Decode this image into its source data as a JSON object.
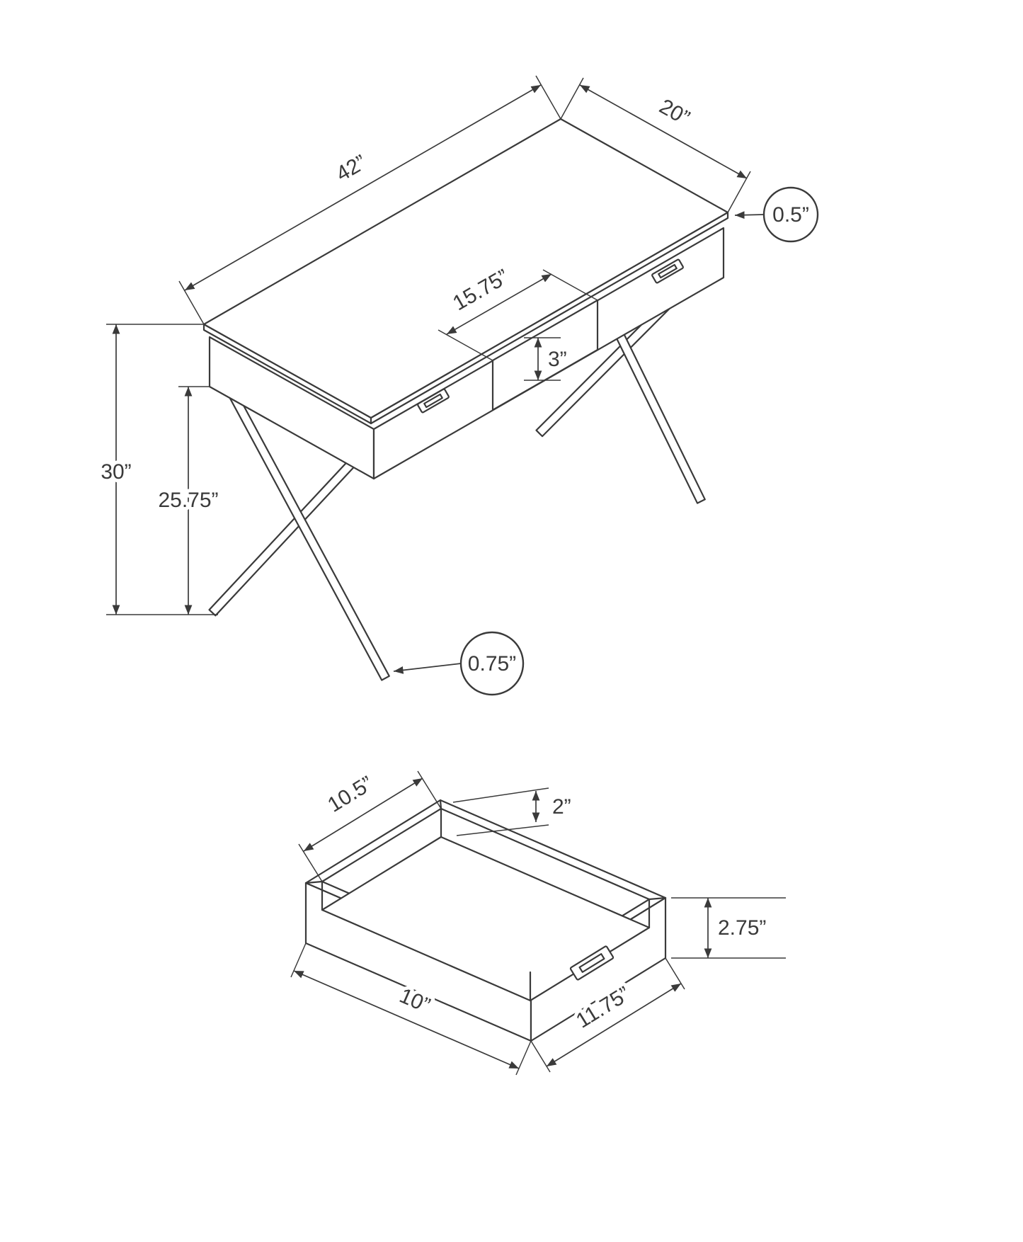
{
  "diagram": {
    "kind": "furniture-dimension-line-drawing",
    "stroke_color": "#3a3a3a",
    "background": "#ffffff",
    "desk_view": {
      "width": "42”",
      "depth": "20”",
      "top_thickness": "0.5”",
      "opening_width": "15.75”",
      "opening_height": "3”",
      "overall_height": "30”",
      "leg_clearance": "25.75”",
      "leg_thickness": "0.75”"
    },
    "drawer_view": {
      "inner_width": "10.5”",
      "inner_depth": "2”",
      "front_height": "2.75”",
      "side_depth": "10”",
      "front_width": "11.75”"
    }
  }
}
